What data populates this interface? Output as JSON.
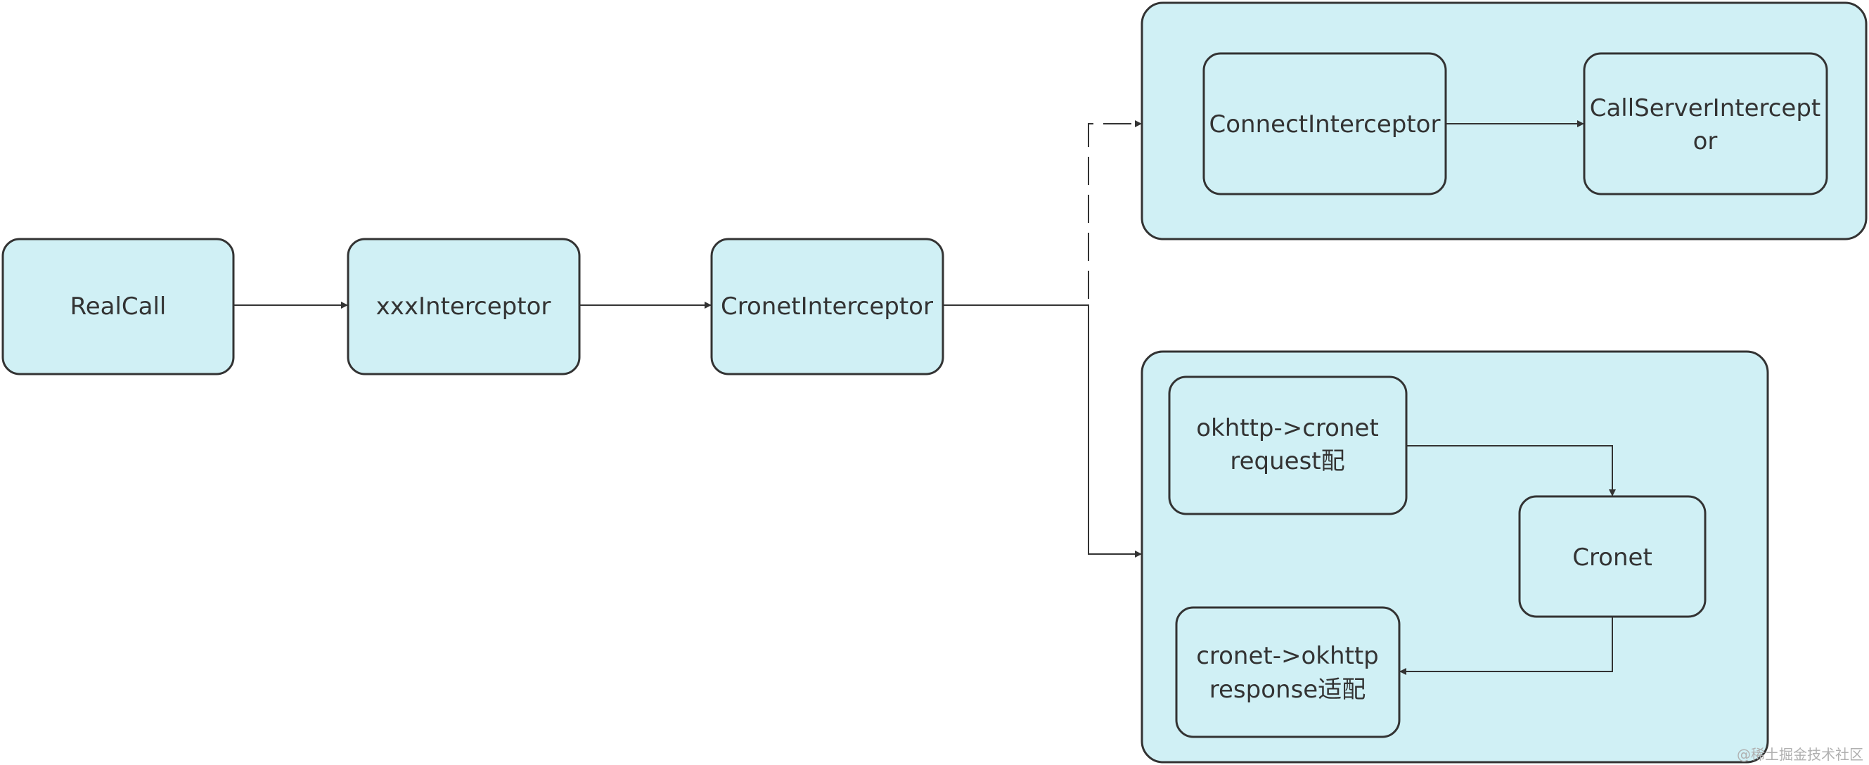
{
  "diagram": {
    "colors": {
      "node_fill": "#d0f0f5",
      "stroke": "#333333",
      "text": "#333333"
    },
    "nodes": {
      "realcall": {
        "label": "RealCall"
      },
      "xxx_interceptor": {
        "label": "xxxInterceptor"
      },
      "cronet_interceptor": {
        "label": "CronetInterceptor"
      },
      "connect_interceptor": {
        "label": "ConnectInterceptor"
      },
      "callserver_interceptor": {
        "line1": "CallServerIntercept",
        "line2": "or"
      },
      "okhttp_to_cronet": {
        "line1": "okhttp->cronet",
        "line2": "request配"
      },
      "cronet": {
        "label": "Cronet"
      },
      "cronet_to_okhttp": {
        "line1": "cronet->okhttp",
        "line2": "response适配"
      }
    },
    "edges": [
      {
        "from": "RealCall",
        "to": "xxxInterceptor",
        "style": "solid"
      },
      {
        "from": "xxxInterceptor",
        "to": "CronetInterceptor",
        "style": "solid"
      },
      {
        "from": "CronetInterceptor",
        "to": "okhttp-group",
        "style": "dashed"
      },
      {
        "from": "CronetInterceptor",
        "to": "cronet-group",
        "style": "solid"
      },
      {
        "from": "ConnectInterceptor",
        "to": "CallServerInterceptor",
        "style": "solid"
      },
      {
        "from": "okhttp->cronet",
        "to": "Cronet",
        "style": "solid"
      },
      {
        "from": "Cronet",
        "to": "cronet->okhttp",
        "style": "solid"
      }
    ],
    "watermark": "@稀土掘金技术社区"
  }
}
